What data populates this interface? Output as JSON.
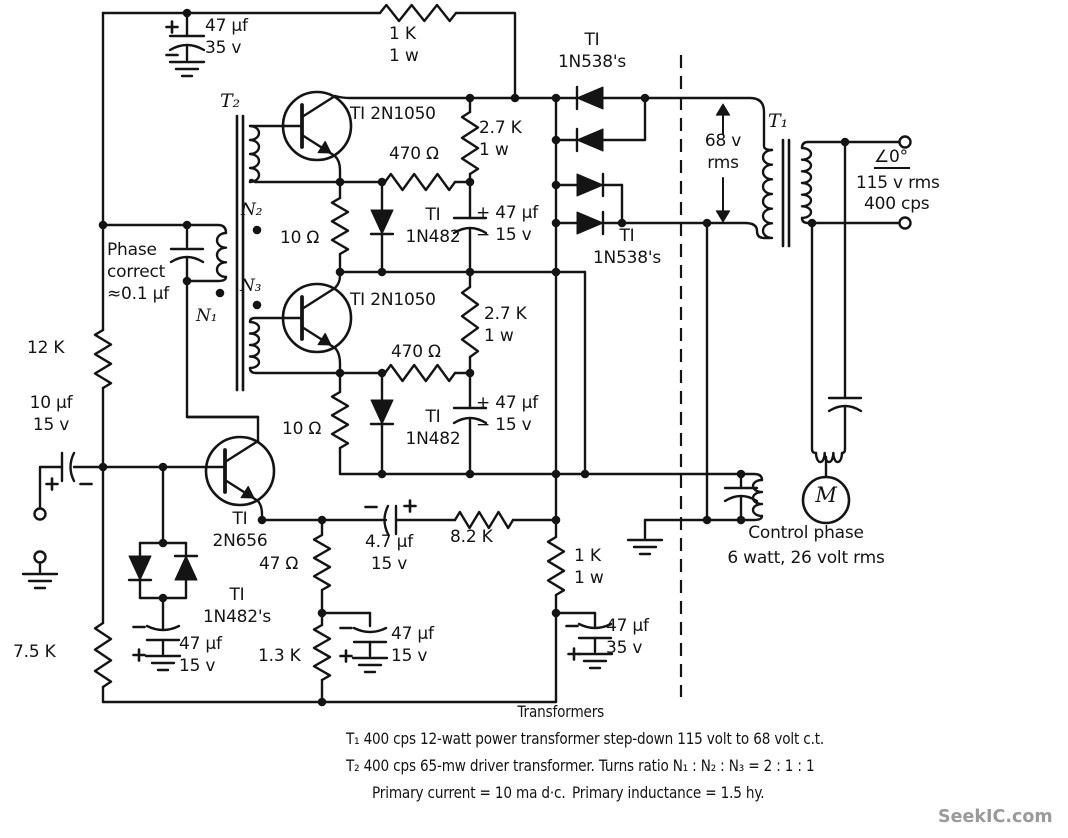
{
  "schematic": {
    "power": {
      "filter_cap": "47 μf\n35 v",
      "feed_resistor": "1 K\n1 w",
      "bias_upper": "12 K",
      "bias_lower": "7.5 K"
    },
    "input": {
      "coupling_cap": "10 μf\n15 v"
    },
    "driver": {
      "transistor": "TI\n2N656",
      "emitter_res": "47 Ω",
      "clamp_diodes": "TI\n1N482's",
      "clamp_cap": "47 μf\n15 v",
      "divider_res": "1.3 K",
      "divider_cap": "47 μf\n15 v",
      "feedback_cap": "4.7 μf\n15 v",
      "feedback_res": "8.2 K",
      "decouple_res": "1 K\n1 w",
      "decouple_cap": "47 μf\n35 v"
    },
    "interstage": {
      "transformer": "T₂",
      "n1": "N₁",
      "n2": "N₂",
      "n3": "N₃",
      "phase_correct": "Phase\ncorrect\n≈0.1 μf"
    },
    "output": {
      "q_upper": "TI 2N1050",
      "q_lower": "TI 2N1050",
      "collector_res_upper": "2.7 K\n1 w",
      "collector_res_lower": "2.7 K\n1 w",
      "base_res_upper": "470 Ω",
      "base_res_lower": "470 Ω",
      "emitter_res_upper": "10 Ω",
      "emitter_res_lower": "10 Ω",
      "diode_upper": "TI\n1N482",
      "diode_lower": "TI\n1N482",
      "bypass_cap_upper": "+ 47 μf\n− 15 v",
      "bypass_cap_lower": "+ 47 μf\n− 15 v",
      "rect_diodes_top": "TI\n1N538's",
      "rect_diodes_bottom": "TI\n1N538's"
    },
    "transformer_out": {
      "label": "T₁",
      "primary_v": "68 v\nrms",
      "angle": "∠0°",
      "line_v": "115 v rms",
      "line_f": "400 cps"
    },
    "motor": {
      "m": "M",
      "control_line1": "Control phase",
      "control_line2": "6 watt, 26 volt rms"
    },
    "notes": {
      "title": "Transformers",
      "t1": "T₁ 400 cps 12-watt power transformer step-down 115 volt to 68 volt c.t.",
      "t2": "T₂ 400 cps 65-mw driver transformer. Turns ratio N₁ : N₂ : N₃ = 2 : 1 : 1",
      "primary_current": "Primary current = 10 ma d·c.",
      "primary_inductance": "Primary inductance = 1.5 hy."
    },
    "watermark": "SeekIC.com"
  }
}
